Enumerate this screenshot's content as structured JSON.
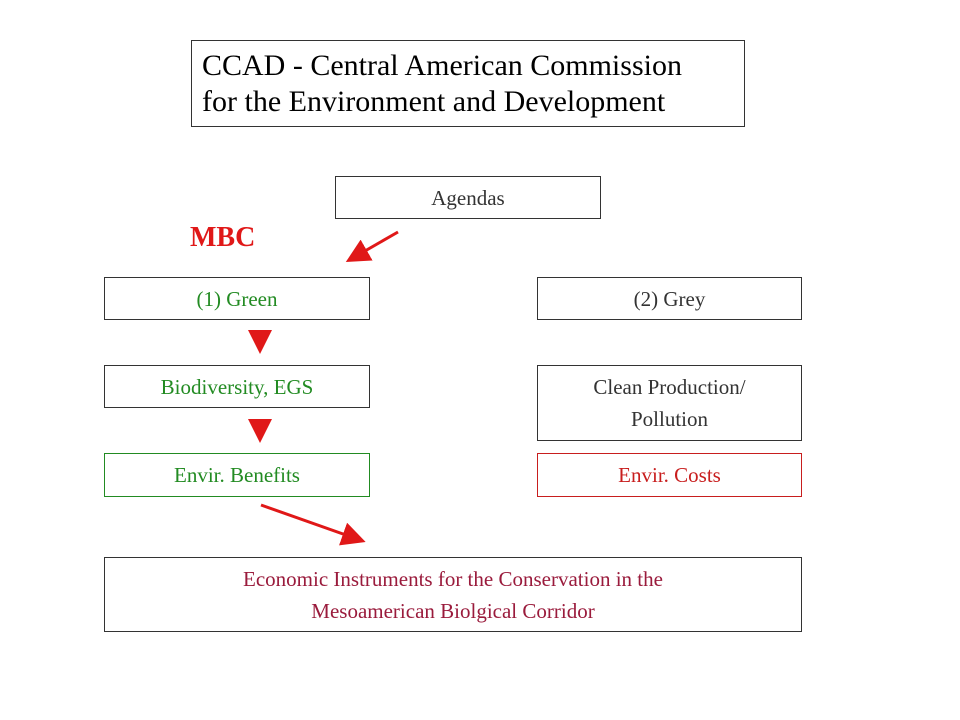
{
  "title": {
    "line1": "CCAD - Central American Commission",
    "line2": "for the Environment and Development"
  },
  "agendas": "Agendas",
  "mbc_label": "MBC",
  "green": {
    "header": "(1) Green",
    "item": "Biodiversity, EGS",
    "result": "Envir. Benefits"
  },
  "grey": {
    "header": "(2) Grey",
    "item_line1": "Clean Production/",
    "item_line2": "Pollution",
    "result": "Envir. Costs"
  },
  "instruments": {
    "line1": "Economic Instruments for the Conservation in the",
    "line2": "Mesoamerican Biolgical Corridor"
  },
  "colors": {
    "arrow": "#e01818",
    "green_text": "#228b22",
    "cost_text": "#c81e1e",
    "instrument_text": "#9a1b3c",
    "border": "#333333"
  }
}
